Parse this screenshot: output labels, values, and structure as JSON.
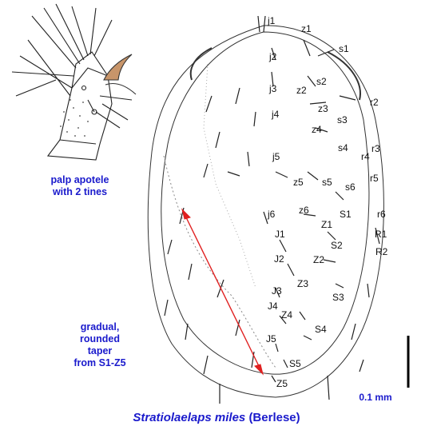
{
  "caption_palp": [
    "palp apotele",
    "with 2 tines"
  ],
  "caption_taper": [
    "gradual,",
    "rounded",
    "taper",
    "from S1-Z5"
  ],
  "scale_label": "0.1 mm",
  "title": {
    "species": "Stratiolaelaps miles",
    "author": "(Berlese)"
  },
  "setae_labels": [
    "j1",
    "z1",
    "s1",
    "j2",
    "s2",
    "z2",
    "j3",
    "r2",
    "z3",
    "s3",
    "j4",
    "z4",
    "r3",
    "s4",
    "r4",
    "j5",
    "r5",
    "z5",
    "s5",
    "s6",
    "j6",
    "z6",
    "S1",
    "r6",
    "Z1",
    "J1",
    "R1",
    "S2",
    "R2",
    "J2",
    "Z2",
    "Z3",
    "S3",
    "J3",
    "J4",
    "Z4",
    "S4",
    "J5",
    "S5",
    "Z5"
  ],
  "colors": {
    "caption": "#1a1acc",
    "arrow": "#e02020",
    "tine": "#b07a4a"
  }
}
